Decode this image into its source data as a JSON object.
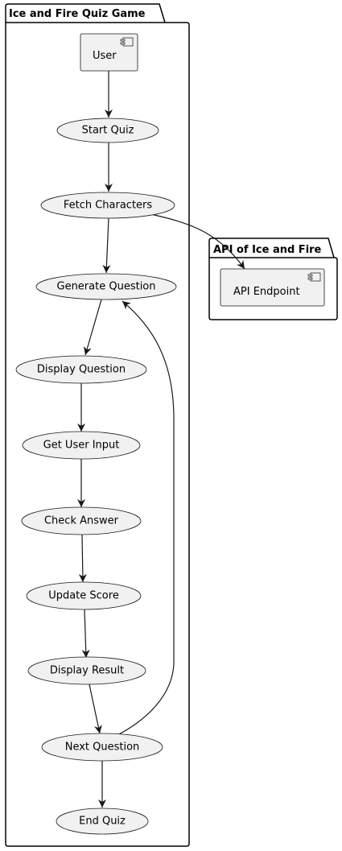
{
  "packages": {
    "game": {
      "title": "Ice and Fire Quiz Game"
    },
    "api": {
      "title": "API of Ice and Fire"
    }
  },
  "components": {
    "user": "User",
    "api_endpoint": "API Endpoint"
  },
  "usecases": {
    "start_quiz": "Start Quiz",
    "fetch_characters": "Fetch Characters",
    "generate_question": "Generate Question",
    "display_question": "Display Question",
    "get_user_input": "Get User Input",
    "check_answer": "Check Answer",
    "update_score": "Update Score",
    "display_result": "Display Result",
    "next_question": "Next Question",
    "end_quiz": "End Quiz"
  },
  "style": {
    "node_fill": "#f1f1f1",
    "node_stroke": "#181818",
    "package_stroke": "#000000",
    "edge_color": "#181818"
  }
}
